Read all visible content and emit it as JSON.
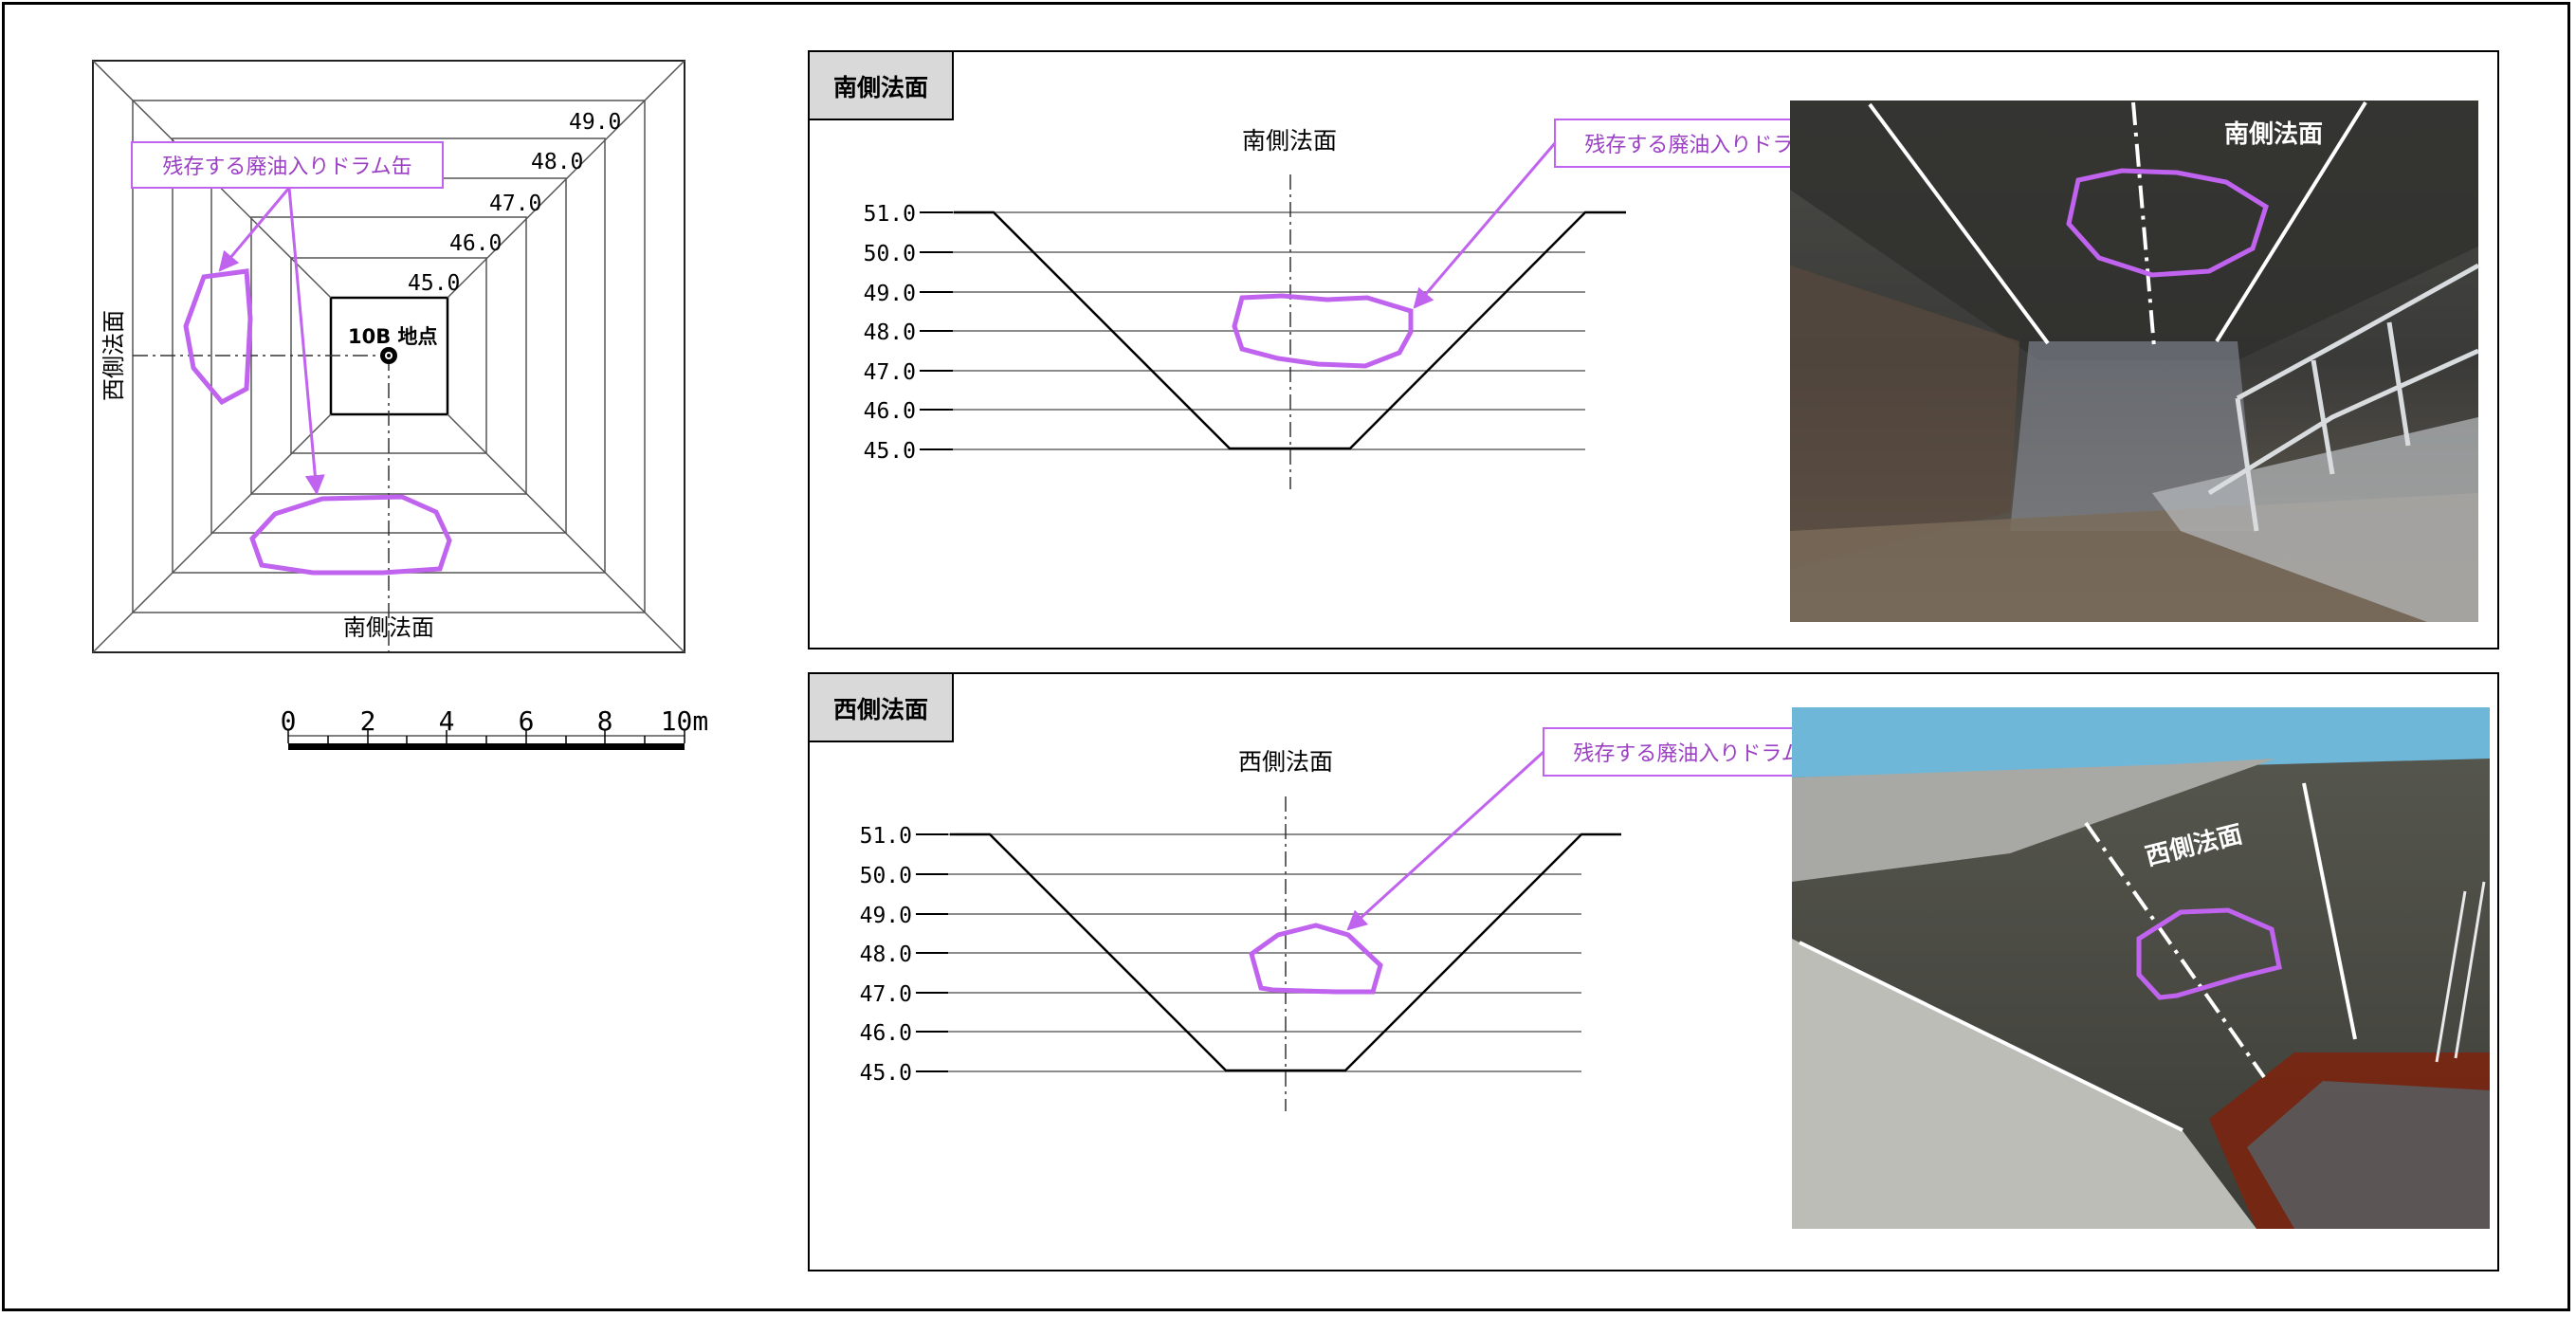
{
  "plan": {
    "contour_labels": [
      "49.0",
      "48.0",
      "47.0",
      "46.0",
      "45.0"
    ],
    "point_label": "10B 地点",
    "west_face_label": "西側法面",
    "south_face_label": "南側法面",
    "callout": "残存する廃油入りドラム缶"
  },
  "scale_bar": {
    "ticks": [
      "0",
      "2",
      "4",
      "6",
      "8",
      "10m"
    ]
  },
  "south_panel": {
    "tab": "南側法面",
    "section_title": "南側法面",
    "elevations": [
      "51.0",
      "50.0",
      "49.0",
      "48.0",
      "47.0",
      "46.0",
      "45.0"
    ],
    "callout": "残存する廃油入りドラム缶",
    "photo_label": "南側法面"
  },
  "west_panel": {
    "tab": "西側法面",
    "section_title": "西側法面",
    "elevations": [
      "51.0",
      "50.0",
      "49.0",
      "48.0",
      "47.0",
      "46.0",
      "45.0"
    ],
    "callout": "残存する廃油入りドラム缶",
    "photo_label": "西側法面"
  },
  "colors": {
    "highlight": "#c063ef",
    "line": "#000000",
    "grid": "#666666"
  }
}
